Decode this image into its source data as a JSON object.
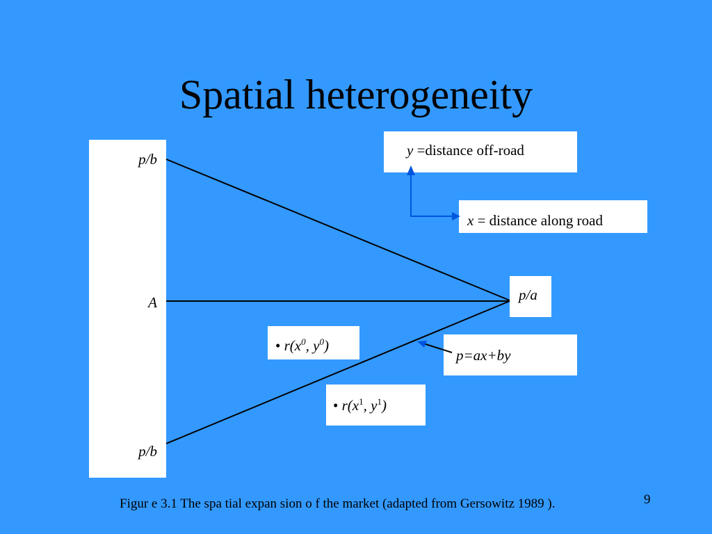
{
  "slide": {
    "title": "Spatial heterogeneity",
    "caption": "Figur e 3.1  The spa tial expan sion o f the market (adapted from Gersowitz 1989 ).",
    "page_number": "9"
  },
  "diagram": {
    "axis_labels": {
      "top": "p/b",
      "middle": "A",
      "bottom": "p/b"
    },
    "y_axis_box": {
      "var": "y",
      "text": " =distance off-road"
    },
    "x_axis_box": {
      "var": "x",
      "text": " = distance along road"
    },
    "apex_label": "p/a",
    "price_equation": "p=ax+by",
    "point_r0": {
      "bullet": "•",
      "func": "r(x",
      "sup_x": "0",
      "mid": ", y",
      "sup_y": "0",
      "close": ")"
    },
    "point_r1": {
      "bullet": "•",
      "func": "r(x",
      "sup_x": "1",
      "mid": ", y",
      "sup_y": "1",
      "close": ")"
    }
  },
  "colors": {
    "background": "#3399ff",
    "box": "#ffffff",
    "line": "#000000",
    "arrow": "#0055dd"
  }
}
